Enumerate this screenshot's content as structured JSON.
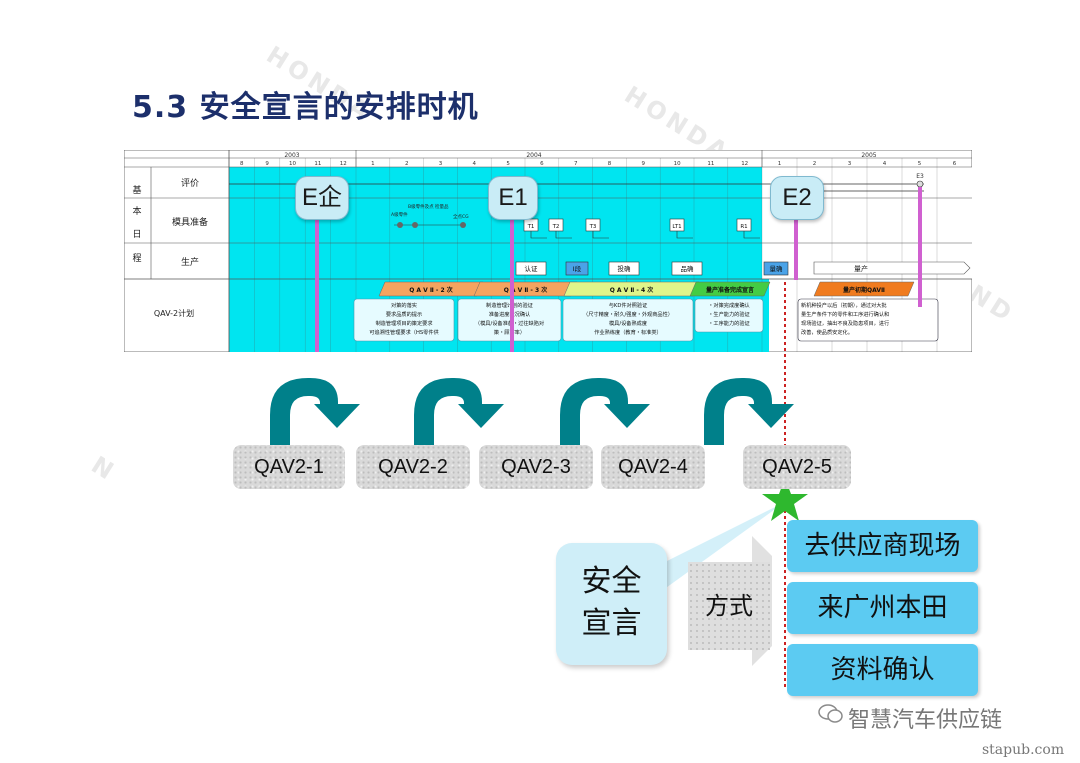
{
  "slide": {
    "title": "5.3 安全宣言的安排时机",
    "watermarks": [
      "HONDA",
      "HONDA",
      "ND",
      "N"
    ]
  },
  "gantt": {
    "years": [
      "2003",
      "2004",
      "2005"
    ],
    "months": [
      "8",
      "9",
      "10",
      "11",
      "12",
      "1",
      "2",
      "3",
      "4",
      "5",
      "6",
      "7",
      "8",
      "9",
      "10",
      "11",
      "12",
      "1",
      "2",
      "3",
      "4",
      "5",
      "6"
    ],
    "row_header_chars": [
      "基",
      "本",
      "日",
      "程"
    ],
    "rows": [
      "评价",
      "模具准备",
      "生产",
      "QAV-2计划"
    ],
    "mold_notes": [
      "A级零件",
      "B级零件及点\n检量品",
      "全点CG"
    ],
    "milestones": [
      "T1",
      "T2",
      "T3",
      "LT1",
      "R1"
    ],
    "stages": [
      "认证",
      "I段",
      "投确",
      "品确",
      "量确"
    ],
    "production_label": "量产",
    "e3_label": "E3",
    "phase_banners": [
      "Q A V Ⅱ - 2 次",
      "Q A V Ⅱ - 3 次",
      "Q A V Ⅱ - 4 次",
      "量产准备完成宣言",
      "量产初期QAVⅡ"
    ],
    "phase_details": [
      [
        "对策的落实",
        "要求品质的提示",
        "制造管理项目的策定要求",
        "可追溯性管理要求（HS零件供"
      ],
      [
        "制造管理计划的验证",
        "准备进度状况确认",
        "（模具/设备准备・过往缺陷对",
        "策・顾客率）"
      ],
      [
        "与KD件对照验证",
        "（尺寸精度・耐久/强度・外观商品性）",
        "模具/设备熟成度",
        "作业熟练度（教育・标准类）"
      ],
      [
        "・对策完成度确认",
        "・生产能力的验证",
        "・工序能力的验证"
      ],
      [
        "新机种投产以后（初期），通过对大批",
        "量生产条件下的零件和工序进行确认和",
        "现场验证，抽出不良及隐患项目，进行",
        "改善，使品质安定化。"
      ]
    ],
    "grid_color": "#00e5f0"
  },
  "events": {
    "e_company": "E企",
    "e1": "E1",
    "e2": "E2"
  },
  "qav_steps": [
    "QAV2-1",
    "QAV2-2",
    "QAV2-3",
    "QAV2-4",
    "QAV2-5"
  ],
  "callout": {
    "line1": "安全",
    "line2": "宣言",
    "method": "方式"
  },
  "options": [
    "去供应商现场",
    "来广州本田",
    "资料确认"
  ],
  "footer": {
    "wechat_icon": "wechat-icon",
    "account": "智慧汽车供应链",
    "site": "stapub.com"
  },
  "colors": {
    "title": "#1c2f6b",
    "arrow": "#00808a",
    "option_bg": "#5ccbf2",
    "star": "#2eb82e",
    "dotted_line": "#cc2222"
  }
}
